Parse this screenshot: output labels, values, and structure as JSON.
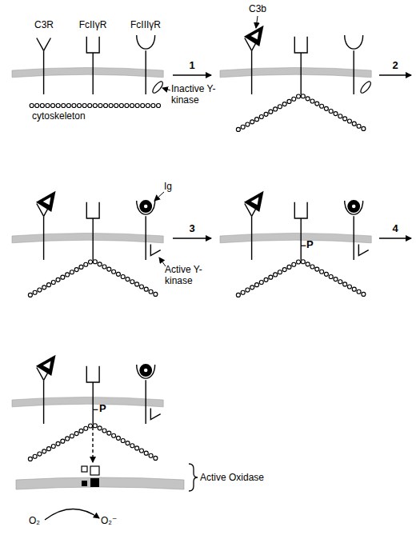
{
  "diagram": {
    "labels": [
      "C3R",
      "FcIIγR",
      "FcIIIγR",
      "Inactive Y-kinase",
      "cytoskeleton",
      "1",
      "C3b",
      "2",
      "Ig",
      "Active Y-kinase",
      "3",
      "4",
      "P",
      "P",
      "Active Oxidase",
      "O₂",
      "O₂⁻"
    ]
  }
}
